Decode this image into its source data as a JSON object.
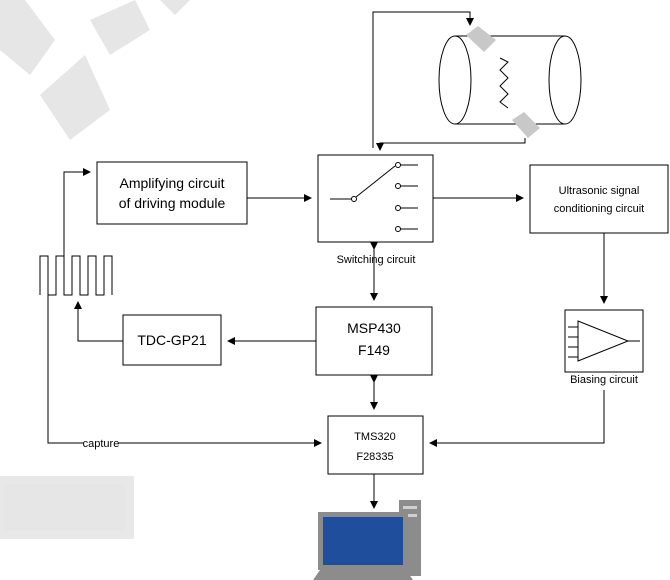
{
  "boxes": {
    "amplifying": [
      "Amplifying circuit",
      "of driving module"
    ],
    "ultrasonic": [
      "Ultrasonic signal",
      "conditioning circuit"
    ],
    "msp430": [
      "MSP430",
      "F149"
    ],
    "tdc": "TDC-GP21",
    "tms320": [
      "TMS320",
      "F28335"
    ]
  },
  "labels": {
    "switching": "Switching circuit",
    "biasing": "Biasing circuit",
    "capture": "capture"
  },
  "colors": {
    "line": "#000000",
    "sensor": "#c8c8c8",
    "computer": "#8c8c8c",
    "screen": "#1f4e9c",
    "watermark": "#e6e6e6"
  }
}
